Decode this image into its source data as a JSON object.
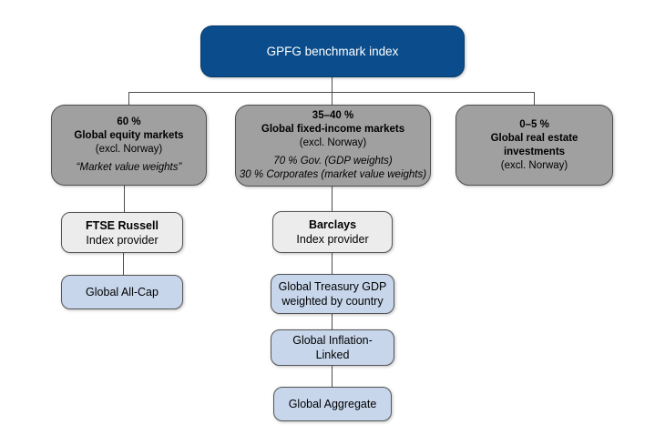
{
  "title": "GPFG benchmark index",
  "colors": {
    "root_fill": "#0b4d8c",
    "root_text": "#ffffff",
    "asset_class_fill": "#a0a0a0",
    "provider_fill": "#ececec",
    "index_fill": "#c7d6eb",
    "border": "#4f4f4f",
    "connector": "#4d4d4d",
    "background": "#ffffff"
  },
  "columns": [
    {
      "id": "equity",
      "allocation": "60 %",
      "name": "Global equity markets",
      "exclusion": "(excl. Norway)",
      "weighting_notes": [
        "“Market value weights”"
      ],
      "index_provider": {
        "name": "FTSE Russell",
        "role": "Index provider"
      },
      "benchmark_indices": [
        "Global All-Cap"
      ]
    },
    {
      "id": "fixed-income",
      "allocation": "35–40 %",
      "name": "Global fixed-income markets",
      "exclusion": "(excl. Norway)",
      "weighting_notes": [
        "70 % Gov. (GDP weights)",
        "30 % Corporates (market value weights)"
      ],
      "index_provider": {
        "name": "Barclays",
        "role": "Index provider"
      },
      "benchmark_indices": [
        "Global Treasury GDP weighted by country",
        "Global Inflation-Linked",
        "Global Aggregate"
      ]
    },
    {
      "id": "real-estate",
      "allocation": "0–5 %",
      "name": "Global real estate investments",
      "exclusion": "(excl. Norway)",
      "weighting_notes": [],
      "benchmark_indices": []
    }
  ]
}
